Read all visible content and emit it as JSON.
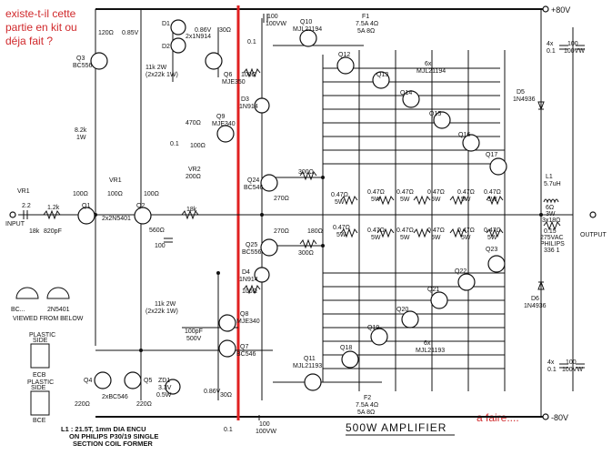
{
  "notes": {
    "top": "existe-t-il cette partie en kit ou déja fait ?",
    "bottom": "a faire...."
  },
  "colors": {
    "ink": "#111111",
    "annotation": "#d0282b",
    "divider": "#e02020",
    "paper": "#ffffff"
  },
  "title": "500W AMPLIFIER",
  "rails": {
    "positive": "+80V",
    "negative": "-80V"
  },
  "labels": {
    "input": "INPUT",
    "output": "OUTPUT",
    "in_cap": "2.2",
    "in_r": "1.2k",
    "in_r2": "18k",
    "in_c2": "820pF",
    "vr1": "VR1",
    "vr1_val": "100Ω",
    "q1": "Q1",
    "q2": "Q2",
    "q12_type": "2x2N5401",
    "r100a": "100Ω",
    "r100b": "100Ω",
    "r560": "560Ω",
    "r18k": "18k",
    "c100": "100",
    "q3": "Q3",
    "q3_type": "BC556",
    "r120": "120Ω",
    "v085": "0.85V",
    "d1": "D1",
    "d2": "D2",
    "d12_type": "2x1N914",
    "r11k": "11k 2W",
    "r11k_b": "(2x22k 1W)",
    "r82": "8.2k",
    "r82_b": "1W",
    "v086": "0.86V",
    "r30": "30Ω",
    "q6": "Q6",
    "q6_type": "MJE350",
    "r470": "470Ω",
    "q9": "Q9",
    "q9_type": "MJE340",
    "c01a": "0.1",
    "r100c": "100Ω",
    "vr2": "VR2",
    "vr2_val": "200Ω",
    "d3": "D3",
    "d3_type": "1N914",
    "q10": "Q10",
    "q10_type": "MJL21194",
    "c100top": "100",
    "c100top_v": "100VW",
    "c01top": "0.1",
    "f1": "F1",
    "f1_val": "7.5A 4Ω",
    "f1_val2": "5A 8Ω",
    "q12": "Q12",
    "q13": "Q13",
    "q14": "Q14",
    "q15": "Q15",
    "q16": "Q16",
    "q17": "Q17",
    "upper_out": "6x",
    "upper_out_type": "MJL21194",
    "d5": "D5",
    "d5_type": "1N4936",
    "c4x01": "4x",
    "c4x01_b": "0.1",
    "c100r": "100",
    "c100r_v": "100VW",
    "q24": "Q24",
    "q24_type": "BC546",
    "r300a": "300Ω",
    "r270a": "270Ω",
    "r180": "180Ω",
    "r270b": "270Ω",
    "r047": "0.47Ω",
    "r047_w": "5W",
    "q25": "Q25",
    "q25_type": "BC556",
    "r300b": "300Ω",
    "d4": "D4",
    "d4_type": "1N914",
    "r100d": "100Ω",
    "l1": "L1",
    "l1_val": "5.7uH",
    "r6": "6Ω",
    "r6_b": "3W",
    "r6_c": "3x18Ω",
    "c015": "0.15",
    "c015_b": "275VAC",
    "c015_c": "PHILIPS",
    "c015_d": "336 1",
    "q23": "Q23",
    "q22": "Q22",
    "q21": "Q21",
    "q20": "Q20",
    "q19": "Q19",
    "q18": "Q18",
    "d6": "D6",
    "d6_type": "1N4936",
    "lower_out": "6x",
    "lower_out_type": "MJL21193",
    "q11": "Q11",
    "q11_type": "MJL21193",
    "pkg_bc": "BC...",
    "pkg_2n": "2N5401",
    "viewed": "VIEWED FROM BELOW",
    "plastic_side": "PLASTIC",
    "plastic_side2": "SIDE",
    "pkg_ecb": "ECB",
    "pkg_bce": "BCE",
    "r11k2": "11k 2W",
    "r11k2_b": "(2x22k 1W)",
    "c100p": "100pF",
    "c100p_b": "500V",
    "q8": "Q8",
    "q8_type": "MJE340",
    "q7": "Q7",
    "q7_type": "BC546",
    "zd1": "ZD1",
    "zd1_v": "3.3V",
    "zd1_w": "0.5W",
    "v086b": "0.86V",
    "r30b": "30Ω",
    "q4": "Q4",
    "q5": "Q5",
    "q45_type": "2xBC546",
    "r220a": "220Ω",
    "r220b": "220Ω",
    "f2": "F2",
    "f2_val": "7.5A 4Ω",
    "f2_val2": "5A 8Ω",
    "c100b": "100",
    "c100b_v": "100VW",
    "c01b": "0.1",
    "c4x01b": "4x",
    "c4x01b_b": "0.1",
    "c100br": "100",
    "c100br_v": "100VW",
    "l1note": "L1 : 21.5T, 1mm DIA ENCU",
    "l1note2": "ON PHILIPS P30/19 SINGLE",
    "l1note3": "SECTION COIL FORMER"
  }
}
